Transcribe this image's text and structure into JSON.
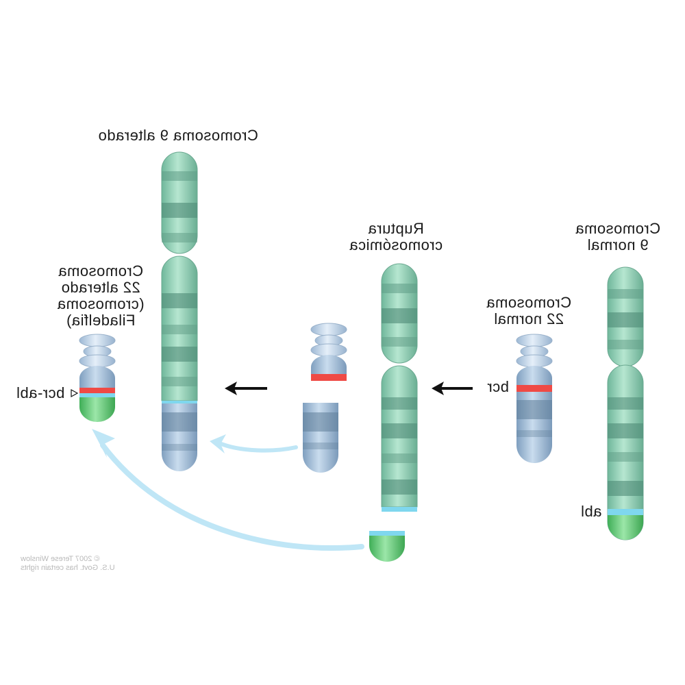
{
  "labels": {
    "chr9_altered": "Cromosoma 9 alterado",
    "chr22_altered": [
      "Cromosoma",
      "22 alterado",
      "(cromosoma",
      "Filadelfia)"
    ],
    "rupture": [
      "Ruptura",
      "cromosómica"
    ],
    "chr22_normal": [
      "Cromosoma",
      "22 normal"
    ],
    "chr9_normal": [
      "Cromosoma",
      "9 normal"
    ],
    "bcr_abl": "bcr-abl",
    "bcr": "bcr",
    "abl": "abl"
  },
  "credit": [
    "© 2007 Terese Winslow",
    "U.S. Govt. has certain rights"
  ],
  "colors": {
    "green_body": "#8fd0b4",
    "green_band": "#5f9c86",
    "blue_body": "#9dbad6",
    "blue_band": "#5e7e99",
    "bright_green": "#56c76d",
    "cyan_marker": "#7fd7ee",
    "red_marker": "#ef4a45",
    "arrow_light": "#bfe6f6",
    "arrow_dark": "#111111"
  }
}
